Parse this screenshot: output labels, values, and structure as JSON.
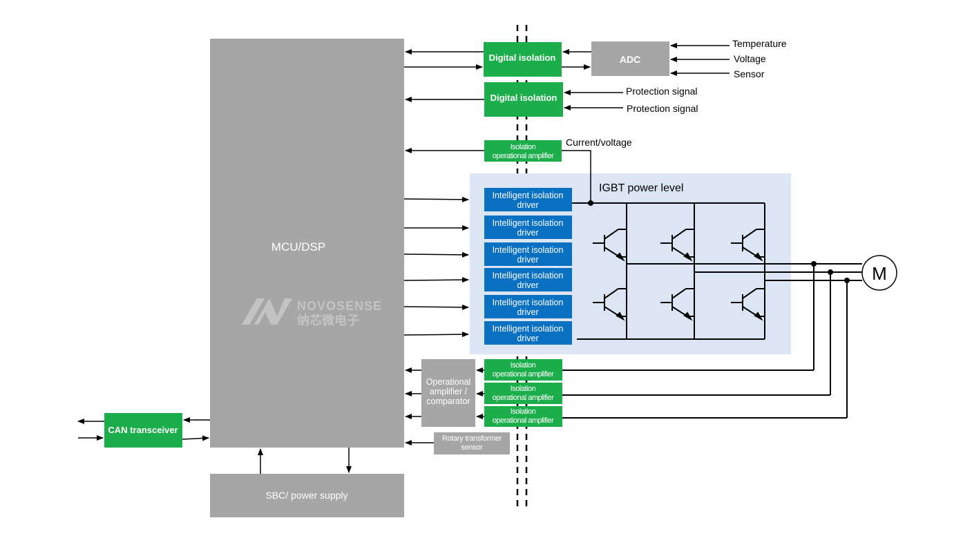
{
  "blocks": {
    "mcu": "MCU/DSP",
    "sbc": "SBC/ power supply",
    "can": "CAN transceiver",
    "adc": "ADC",
    "digital_isolation": [
      "Digital isolation",
      "Digital isolation"
    ],
    "iso_amp_top": [
      "Isolation",
      "operational amplifier"
    ],
    "iso_amp_bottom": [
      [
        "Isolation",
        "operational amplifier"
      ],
      [
        "Isolation",
        "operational amplifier"
      ],
      [
        "Isolation",
        "operational amplifier"
      ]
    ],
    "opamp_comparator": [
      "Operational",
      "amplifier /",
      "comparator"
    ],
    "rotary_sensor": [
      "Rotary transformer",
      "sensor"
    ],
    "drivers": [
      [
        "Intelligent isolation",
        "driver"
      ],
      [
        "Intelligent isolation",
        "driver"
      ],
      [
        "Intelligent isolation",
        "driver"
      ],
      [
        "Intelligent isolation",
        "driver"
      ],
      [
        "Intelligent isolation",
        "driver"
      ],
      [
        "Intelligent isolation",
        "driver"
      ]
    ],
    "igbt_title": "IGBT power level",
    "motor": "M"
  },
  "signals": {
    "adc_inputs": [
      "Temperature",
      "Voltage",
      "Sensor"
    ],
    "protection": [
      "Protection signal",
      "Protection signal"
    ],
    "current_voltage": "Current/voltage"
  },
  "logo": {
    "latin": "NOVOSENSE",
    "chinese": "纳芯微电子"
  },
  "colors": {
    "green": "#1cae4a",
    "blue": "#0a70c2",
    "gray": "#a6a6a6",
    "igbt_bg": "#dbe5f3"
  }
}
